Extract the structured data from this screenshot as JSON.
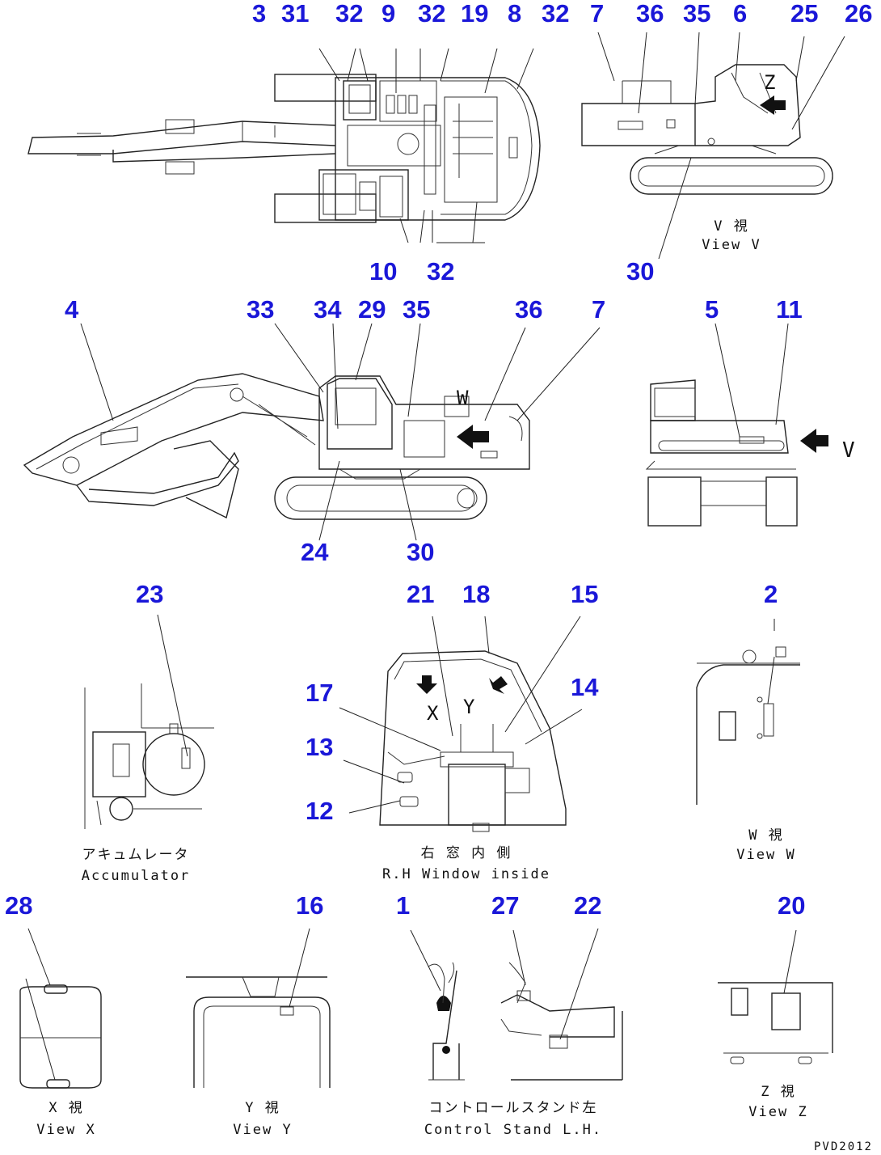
{
  "drawing_code": "PVD2012",
  "callouts": [
    {
      "key": "c3",
      "text": "3"
    },
    {
      "key": "c31",
      "text": "31"
    },
    {
      "key": "c32a",
      "text": "32"
    },
    {
      "key": "c9",
      "text": "9"
    },
    {
      "key": "c32b",
      "text": "32"
    },
    {
      "key": "c19",
      "text": "19"
    },
    {
      "key": "c8",
      "text": "8"
    },
    {
      "key": "c32c",
      "text": "32"
    },
    {
      "key": "c7a",
      "text": "7"
    },
    {
      "key": "c36a",
      "text": "36"
    },
    {
      "key": "c35a",
      "text": "35"
    },
    {
      "key": "c6",
      "text": "6"
    },
    {
      "key": "c25",
      "text": "25"
    },
    {
      "key": "c26",
      "text": "26"
    },
    {
      "key": "c10",
      "text": "10"
    },
    {
      "key": "c32d",
      "text": "32"
    },
    {
      "key": "c30a",
      "text": "30"
    },
    {
      "key": "c4",
      "text": "4"
    },
    {
      "key": "c33",
      "text": "33"
    },
    {
      "key": "c34",
      "text": "34"
    },
    {
      "key": "c29",
      "text": "29"
    },
    {
      "key": "c35b",
      "text": "35"
    },
    {
      "key": "c36b",
      "text": "36"
    },
    {
      "key": "c7b",
      "text": "7"
    },
    {
      "key": "c5",
      "text": "5"
    },
    {
      "key": "c11",
      "text": "11"
    },
    {
      "key": "c24",
      "text": "24"
    },
    {
      "key": "c30b",
      "text": "30"
    },
    {
      "key": "c23",
      "text": "23"
    },
    {
      "key": "c21",
      "text": "21"
    },
    {
      "key": "c18",
      "text": "18"
    },
    {
      "key": "c15",
      "text": "15"
    },
    {
      "key": "c2",
      "text": "2"
    },
    {
      "key": "c17",
      "text": "17"
    },
    {
      "key": "c14",
      "text": "14"
    },
    {
      "key": "c13",
      "text": "13"
    },
    {
      "key": "c12",
      "text": "12"
    },
    {
      "key": "c28",
      "text": "28"
    },
    {
      "key": "c16",
      "text": "16"
    },
    {
      "key": "c1",
      "text": "1"
    },
    {
      "key": "c27",
      "text": "27"
    },
    {
      "key": "c22",
      "text": "22"
    },
    {
      "key": "c20",
      "text": "20"
    }
  ],
  "views": {
    "view_v": {
      "jp": "V 視",
      "en": "View V"
    },
    "accumulator": {
      "jp": "アキュムレータ",
      "en": "Accumulator"
    },
    "rh_window": {
      "jp": "右 窓 内 側",
      "en": "R.H Window inside"
    },
    "view_w": {
      "jp": "W 視",
      "en": "View W"
    },
    "view_x": {
      "jp": "X 視",
      "en": "View X"
    },
    "view_y": {
      "jp": "Y 視",
      "en": "View Y"
    },
    "control_stand": {
      "jp": "コントロールスタンド左",
      "en": "Control Stand L.H."
    },
    "view_z": {
      "jp": "Z 視",
      "en": "View Z"
    }
  },
  "markers": {
    "v": "V",
    "w": "W",
    "x": "X",
    "y": "Y",
    "z": "Z"
  }
}
